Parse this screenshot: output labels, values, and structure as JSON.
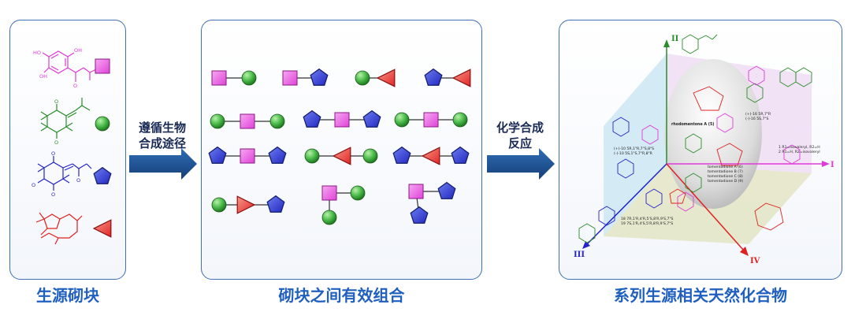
{
  "captions": {
    "building_blocks": "生源砌块",
    "combinations": "砌块之间有效组合",
    "natural_products": "系列生源相关天然化合物"
  },
  "arrows": {
    "first_line1": "遵循生物",
    "first_line2": "合成途径",
    "second_line1": "化学合成",
    "second_line2": "反应"
  },
  "axes": {
    "i": "I",
    "ii": "II",
    "iii": "III",
    "iv": "IV"
  },
  "compound_labels": {
    "rhodomentone": "rhodomentone A (5)",
    "tomentodione_a": "tomentodione A (6)",
    "tomentodione_b": "tomentodione B (7)",
    "tomentodione_c": "tomentodione C (8)",
    "tomentodione_d": "tomentodione D (9)",
    "n_pair_1": "(+)-16  5R,7\"R",
    "n_pair_2": "(-)-16  5S,7\"S",
    "r_label_1": "1  R1=isovaleryl, R2=H",
    "r_label_2": "2  R1=H, R2=isovaleryl",
    "pair_10_11_a": "(+)-10  5R,1\"R,7\"S,8\"S",
    "pair_10_11_b": "(-)-10  5S,1\"S,7\"R,8\"R",
    "config_18": "18  7R,1'R,4'R,5'S,8'R,9'S,7\"S",
    "config_19": "19  7S,1'R,4'S,5'R,8'R,9'S,7\"S"
  },
  "colors": {
    "magenta": "#e03ad8",
    "green": "#2a8c2a",
    "blue": "#2424c8",
    "red": "#e02020",
    "caption_blue": "#1f5fbf",
    "arrow_blue": "#1b4f94"
  },
  "icons": [
    "square-icon",
    "circle-icon",
    "pentagon-icon",
    "triangle-icon"
  ]
}
